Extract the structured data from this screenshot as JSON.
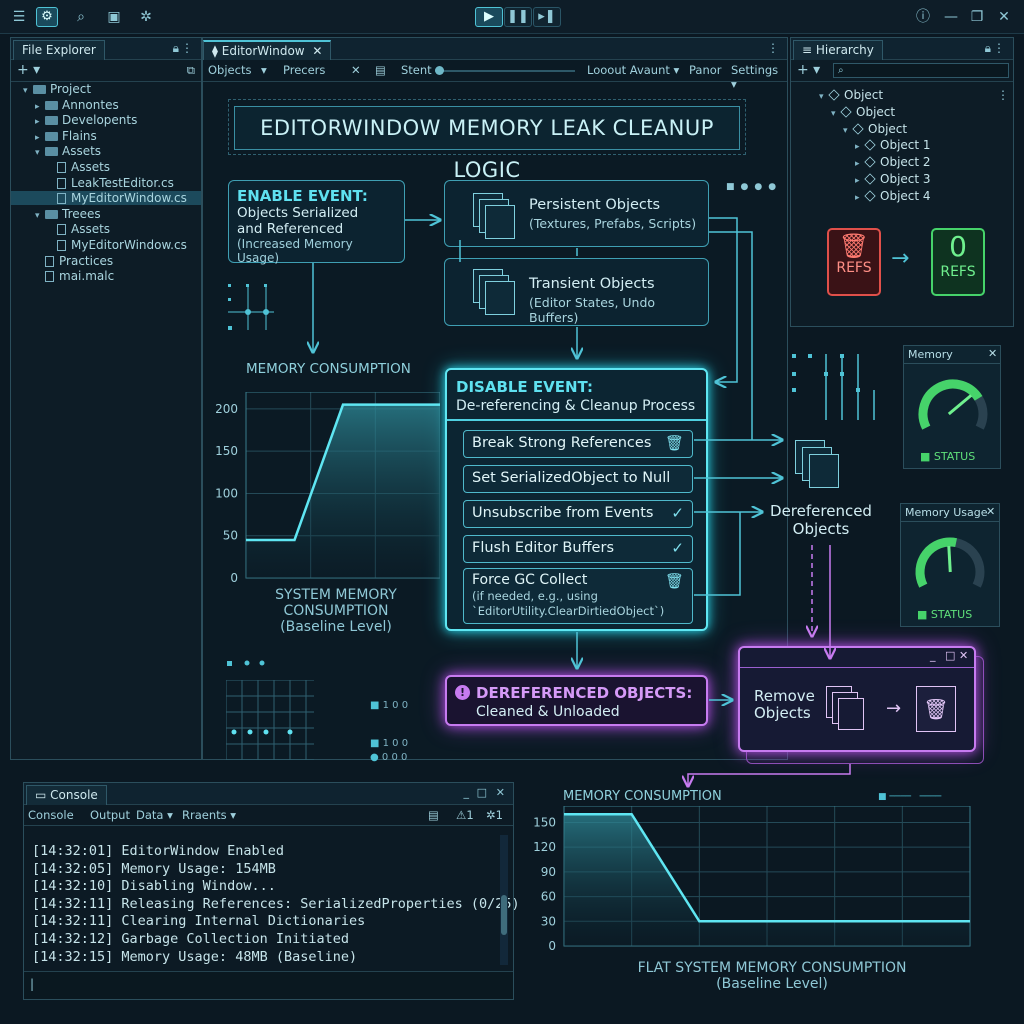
{
  "top_bar": {
    "menu_icon": "hamburger-icon",
    "play_icon": "play-icon",
    "pause_icon": "pause-icon",
    "step_icon": "step-icon"
  },
  "file_explorer": {
    "title": "File Explorer",
    "add": "+",
    "tree": [
      {
        "label": "Project",
        "type": "folder",
        "depth": 0,
        "caret": "▾"
      },
      {
        "label": "Annontes",
        "type": "folder",
        "depth": 1,
        "caret": "▸"
      },
      {
        "label": "Developents",
        "type": "folder",
        "depth": 1,
        "caret": "▸"
      },
      {
        "label": "Flains",
        "type": "folder",
        "depth": 1,
        "caret": "▸"
      },
      {
        "label": "Assets",
        "type": "folder",
        "depth": 1,
        "caret": "▾"
      },
      {
        "label": "Assets",
        "type": "file",
        "depth": 2
      },
      {
        "label": "LeakTestEditor.cs",
        "type": "file",
        "depth": 2
      },
      {
        "label": "MyEditorWindow.cs",
        "type": "file",
        "depth": 2,
        "selected": true
      },
      {
        "label": "Treees",
        "type": "folder",
        "depth": 1,
        "caret": "▾"
      },
      {
        "label": "Assets",
        "type": "file",
        "depth": 2
      },
      {
        "label": "MyEditorWindow.cs",
        "type": "file",
        "depth": 2
      },
      {
        "label": "Practices",
        "type": "file",
        "depth": 1
      },
      {
        "label": "mai.malc",
        "type": "file",
        "depth": 1
      }
    ]
  },
  "editor": {
    "tab": "EditorWindow",
    "toolbar": {
      "objects": "Objects",
      "precers": "Precers",
      "stent": "Stent",
      "layout": "Looout Avaunt",
      "panel": "Panor",
      "settings": "Settings"
    },
    "title": "EDITORWINDOW MEMORY LEAK CLEANUP LOGIC",
    "enable": {
      "heading": "ENABLE EVENT:",
      "line1": "Objects Serialized",
      "line2": "and Referenced",
      "line3": "(Increased Memory Usage)"
    },
    "persistent": {
      "title": "Persistent Objects",
      "sub": "(Textures, Prefabs, Scripts)"
    },
    "transient": {
      "title": "Transient Objects",
      "sub": "(Editor States, Undo Buffers)"
    },
    "disable": {
      "heading": "DISABLE EVENT:",
      "sub": "De-referencing & Cleanup Process",
      "steps": [
        {
          "label": "Break Strong References",
          "icon": "🗑"
        },
        {
          "label": "Set SerializedObject to Null",
          "icon": ""
        },
        {
          "label": "Unsubscribe from Events",
          "icon": "✓"
        },
        {
          "label": "Flush Editor Buffers",
          "icon": "✓"
        }
      ],
      "gc_title": "Force GC Collect",
      "gc_sub1": "(if needed, e.g., using",
      "gc_sub2": "`EditorUtility.ClearDirtiedObject`)"
    },
    "dereferenced_label_1": "Dereferenced",
    "dereferenced_label_2": "Objects",
    "deref_box": {
      "heading": "DEREFERENCED OBJECTS:",
      "sub": "Cleaned & Unloaded"
    },
    "remove_box": {
      "line1": "Remove",
      "line2": "Objects"
    },
    "mem_chart_title": "MEMORY CONSUMPTION",
    "mem_chart_caption1": "SYSTEM MEMORY",
    "mem_chart_caption2": "CONSUMPTION",
    "mem_chart_caption3": "(Baseline Level)",
    "small_labels": [
      "1 0 0",
      "1 0 0",
      "0 0 0"
    ]
  },
  "hierarchy": {
    "title": "Hierarchy",
    "items": [
      {
        "label": "Object",
        "depth": 0
      },
      {
        "label": "Object",
        "depth": 1
      },
      {
        "label": "Object",
        "depth": 2
      },
      {
        "label": "Object 1",
        "depth": 3
      },
      {
        "label": "Object 2",
        "depth": 3
      },
      {
        "label": "Object 3",
        "depth": 3
      },
      {
        "label": "Object 4",
        "depth": 3
      }
    ],
    "refs_before": "REFS",
    "refs_after_count": "0",
    "refs_after": "REFS"
  },
  "memory_widget": {
    "title": "Memory",
    "status": "STATUS",
    "level": 0.75
  },
  "memory_usage_widget": {
    "title": "Memory Usage",
    "status": "STATUS",
    "level": 0.55
  },
  "console": {
    "title": "Console",
    "tabs": [
      "Console",
      "Output",
      "Data",
      "Rraents"
    ],
    "warn_count": "1",
    "err_count": "1",
    "lines": [
      "[14:32:01] EditorWindow Enabled",
      "[14:32:05] Memory Usage: 154MB",
      "[14:32:10] Disabling Window...",
      "[14:32:11] Releasing References: SerializedProperties (0/25)",
      "[14:32:11] Clearing Internal Dictionaries",
      "[14:32:12] Garbage Collection Initiated",
      "[14:32:15] Memory Usage: 48MB (Baseline)"
    ]
  },
  "bottom_chart": {
    "caption1": "FLAT SYSTEM MEMORY CONSUMPTION",
    "caption2": "(Baseline Level)"
  },
  "chart_data": [
    {
      "type": "area",
      "title": "MEMORY CONSUMPTION",
      "y_ticks": [
        0,
        50,
        100,
        150,
        200
      ],
      "ylim": [
        0,
        220
      ],
      "x": [
        0,
        1,
        2,
        3,
        4
      ],
      "values": [
        45,
        45,
        205,
        205,
        205
      ],
      "grid": true
    },
    {
      "type": "area",
      "title": "MEMORY CONSUMPTION",
      "y_ticks": [
        0,
        30,
        60,
        90,
        120,
        150
      ],
      "ylim": [
        0,
        170
      ],
      "x": [
        0,
        1,
        2,
        3,
        4,
        5,
        6
      ],
      "values": [
        160,
        160,
        30,
        30,
        30,
        30,
        30
      ],
      "grid": true
    }
  ],
  "colors": {
    "accent": "#5fe1f0",
    "violet": "#c77bf0",
    "danger": "#e0504a",
    "ok": "#46d36a"
  }
}
